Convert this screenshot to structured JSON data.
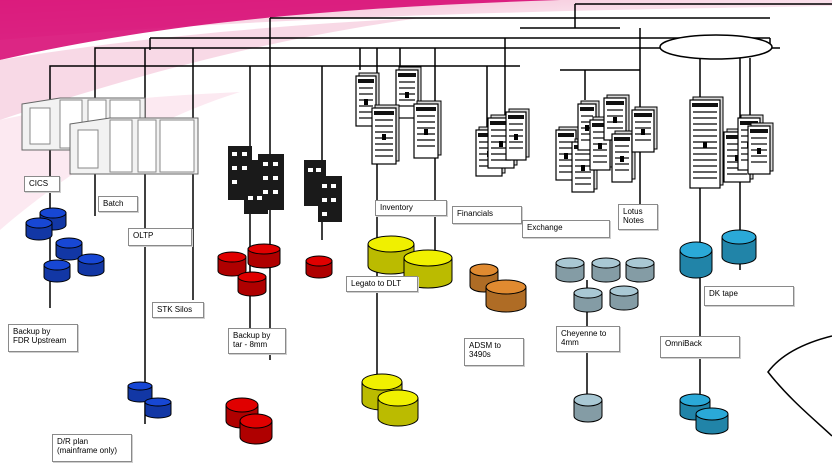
{
  "labels": {
    "cics": "CICS",
    "batch": "Batch",
    "oltp": "OLTP",
    "stk_silos": "STK Silos",
    "backup_fdr": "Backup by\nFDR Upstream",
    "dr_plan": "D/R plan\n(mainframe only)",
    "backup_tar": "Backup by\ntar - 8mm",
    "inventory": "Inventory",
    "legato": "Legato to DLT",
    "financials": "Financials",
    "adsm": "ADSM to\n3490s",
    "exchange": "Exchange",
    "lotus": "Lotus\nNotes",
    "cheyenne": "Cheyenne to\n4mm",
    "dk_tape": "DK tape",
    "omniback": "OmniBack"
  },
  "colors": {
    "banner": "#d6006e",
    "pink_wash": "#f6cfe0",
    "blue_disk": "#1747d4",
    "red_disk": "#e00000",
    "yellow_disk": "#f0f000",
    "orange_disk": "#e08a30",
    "grey_disk": "#a9c8d4",
    "cyan_disk": "#2aa9d8",
    "line": "#000000"
  }
}
